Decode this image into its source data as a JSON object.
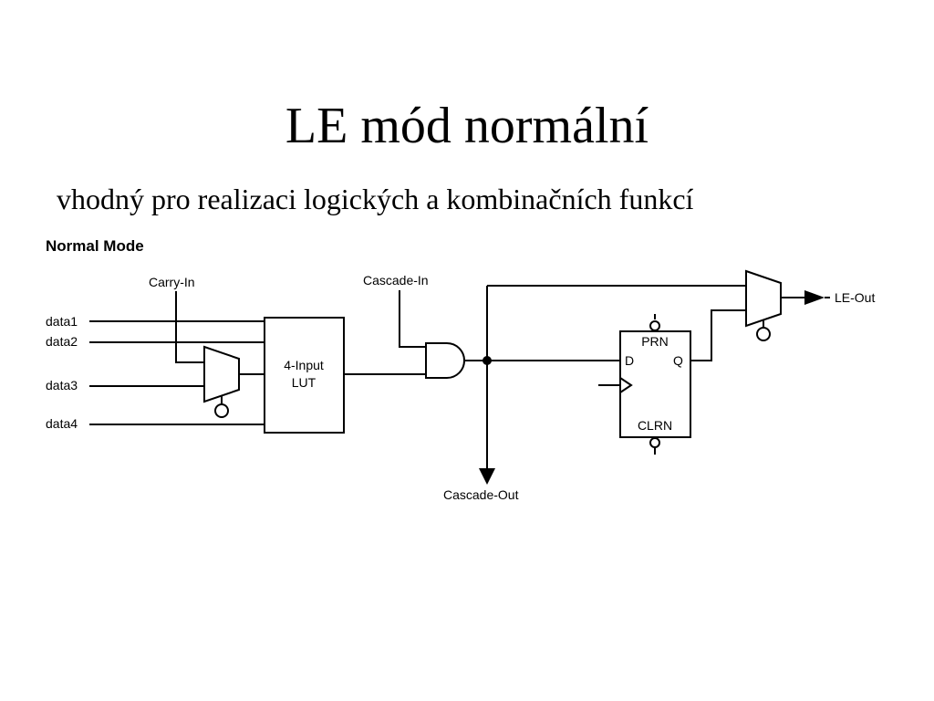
{
  "slide": {
    "title": "LE mód normální",
    "subtitle": "vhodný pro realizaci logických a kombinačních funkcí"
  },
  "diagram": {
    "heading": "Normal Mode",
    "inputs": [
      "data1",
      "data2",
      "data3",
      "data4"
    ],
    "carry_in": "Carry-In",
    "cascade_in": "Cascade-In",
    "cascade_out": "Cascade-Out",
    "lut_label_line1": "4-Input",
    "lut_label_line2": "LUT",
    "ff_d": "D",
    "ff_q": "Q",
    "ff_prn": "PRN",
    "ff_clrn": "CLRN",
    "output": "LE-Out"
  }
}
